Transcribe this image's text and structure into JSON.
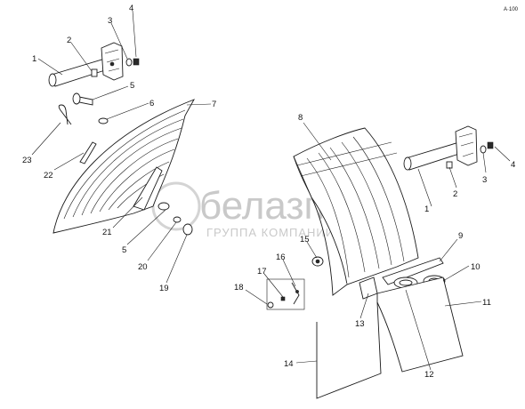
{
  "watermark": {
    "brand": "белазпо",
    "subtitle": "ГРУППА КОМПАНИЙ"
  },
  "corner_mark": "А·100",
  "callouts": {
    "c1a": "1",
    "c2a": "2",
    "c3a": "3",
    "c4a": "4",
    "c5a": "5",
    "c6": "6",
    "c7": "7",
    "c23": "23",
    "c22": "22",
    "c21": "21",
    "c5b": "5",
    "c20": "20",
    "c19": "19",
    "c8": "8",
    "c1b": "1",
    "c2b": "2",
    "c3b": "3",
    "c4b": "4",
    "c9": "9",
    "c10": "10",
    "c11": "11",
    "c15": "15",
    "c16": "16",
    "c17": "17",
    "c18": "18",
    "c13": "13",
    "c12": "12",
    "c14": "14"
  }
}
